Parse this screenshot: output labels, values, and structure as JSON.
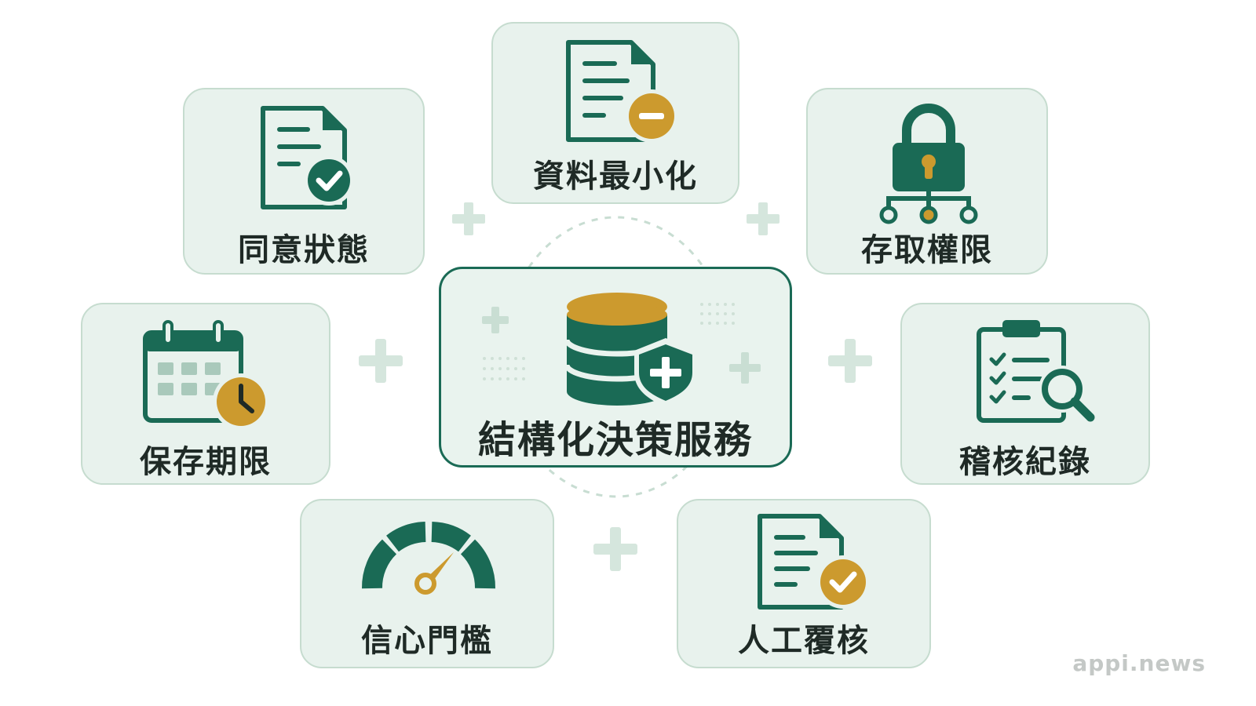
{
  "center": {
    "label": "結構化決策服務",
    "icon": "database-shield-icon"
  },
  "nodes": [
    {
      "id": "consent",
      "label": "同意狀態",
      "icon": "document-check-icon"
    },
    {
      "id": "minimization",
      "label": "資料最小化",
      "icon": "document-minus-icon"
    },
    {
      "id": "access",
      "label": "存取權限",
      "icon": "lock-network-icon"
    },
    {
      "id": "retention",
      "label": "保存期限",
      "icon": "calendar-clock-icon"
    },
    {
      "id": "audit",
      "label": "稽核紀錄",
      "icon": "clipboard-search-icon"
    },
    {
      "id": "confidence",
      "label": "信心門檻",
      "icon": "gauge-icon"
    },
    {
      "id": "review",
      "label": "人工覆核",
      "icon": "document-check-icon"
    }
  ],
  "watermark": "appi.news",
  "colors": {
    "primary": "#1a6a55",
    "accent": "#cc9a2e",
    "card_bg": "#e8f2ed",
    "card_border": "#c6dccf",
    "text": "#1f2a26"
  }
}
